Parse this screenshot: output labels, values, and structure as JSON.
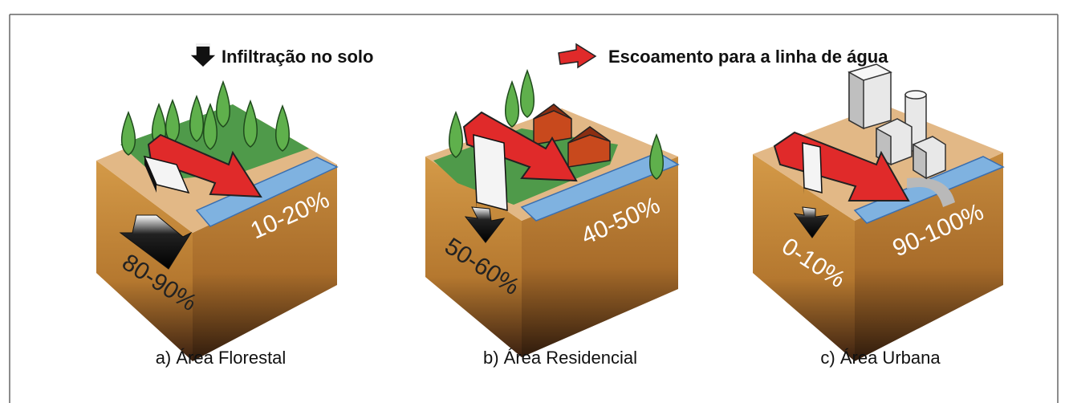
{
  "legend": {
    "infiltration_label": "Infiltração no solo",
    "runoff_label": "Escoamento para a linha de água"
  },
  "panels": [
    {
      "caption": "a) Área Florestal",
      "infiltration": "80-90%",
      "runoff": "10-20%"
    },
    {
      "caption": "b) Área Residencial",
      "infiltration": "50-60%",
      "runoff": "40-50%"
    },
    {
      "caption": "c) Área Urbana",
      "infiltration": "0-10%",
      "runoff": "90-100%"
    }
  ],
  "colors": {
    "soil": "#c98a3a",
    "grass": "#4f9a4a",
    "sand": "#e2b886",
    "river": "#7fb2e0",
    "runoff_arrow": "#e02a2a",
    "infiltration_arrow": "#111111",
    "road": "#b9b9b9"
  }
}
